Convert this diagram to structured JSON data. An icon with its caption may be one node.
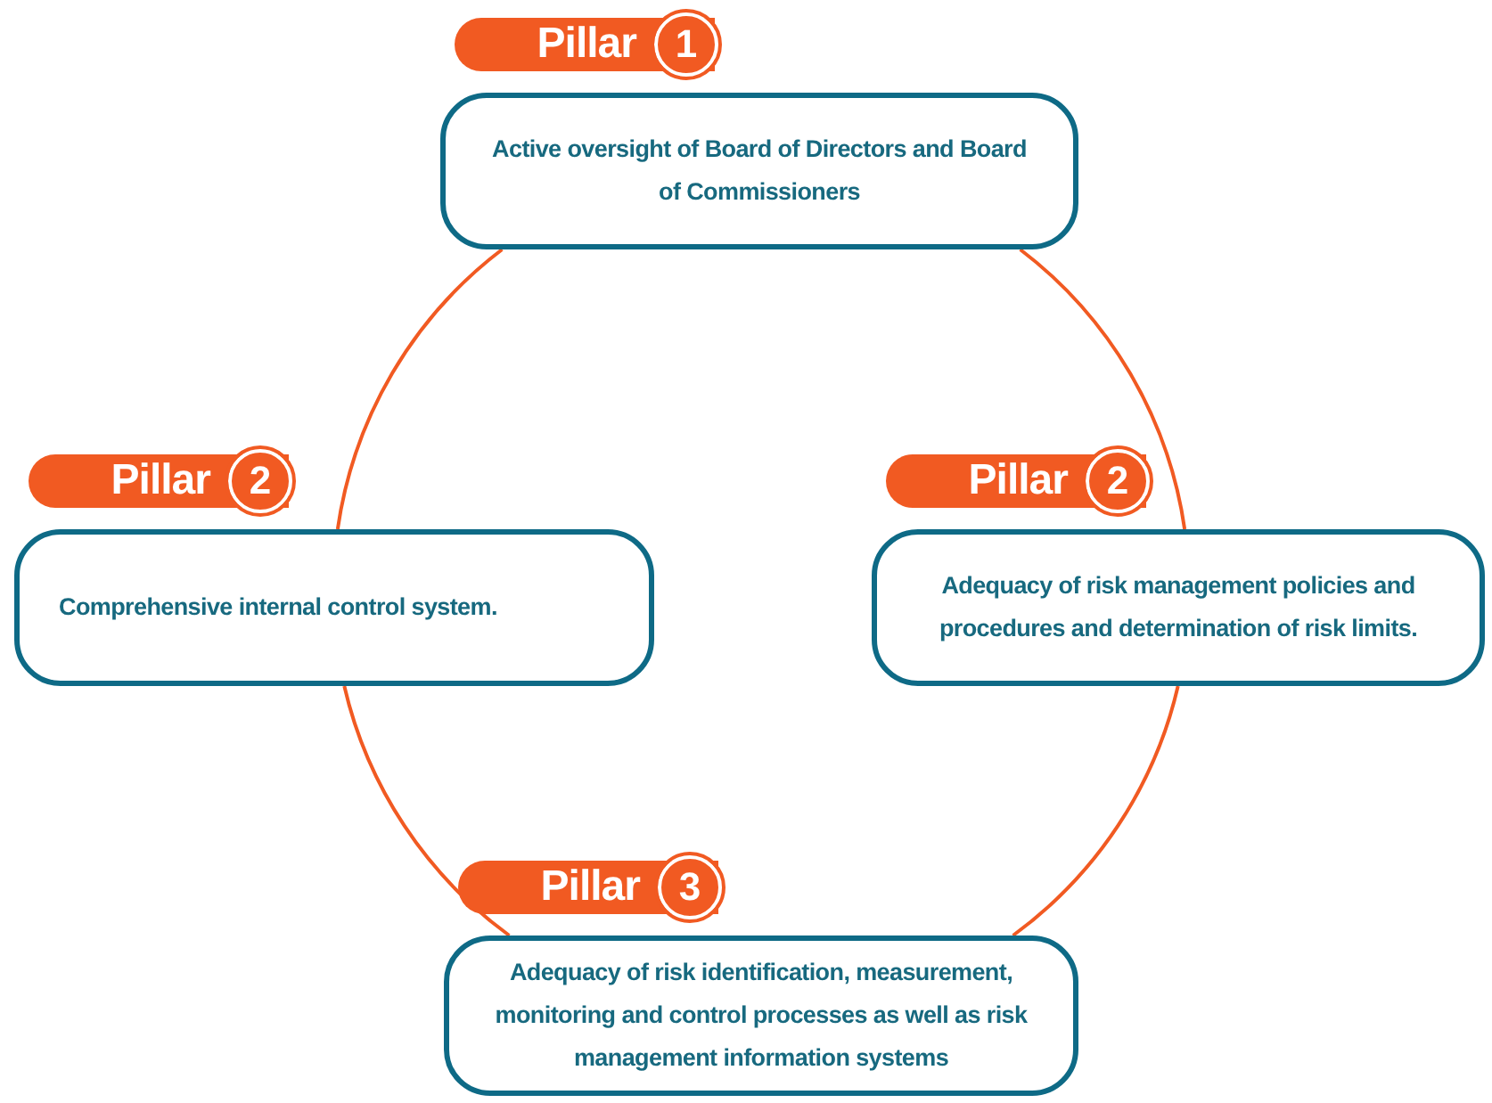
{
  "diagram": {
    "nodes": [
      {
        "text": [
          "Pillar",
          "1",
          "Active oversight of Board of Directors and Board of Commissioners"
        ]
      },
      {
        "text": [
          "Pillar",
          "2",
          "Comprehensive internal control system."
        ]
      },
      {
        "text": [
          "Pillar",
          "2",
          "Adequacy of risk management policies and procedures and determination of risk limits."
        ]
      },
      {
        "text": [
          "Pillar",
          "3",
          "Adequacy of risk identification, measurement, monitoring and control processes as well as risk management information systems"
        ]
      }
    ],
    "edges": [
      {
        "from": 0,
        "to": 2,
        "arrow": "none"
      },
      {
        "from": 2,
        "to": 3,
        "arrow": "none"
      },
      {
        "from": 3,
        "to": 1,
        "arrow": "none"
      },
      {
        "from": 1,
        "to": 0,
        "arrow": "none"
      }
    ]
  }
}
